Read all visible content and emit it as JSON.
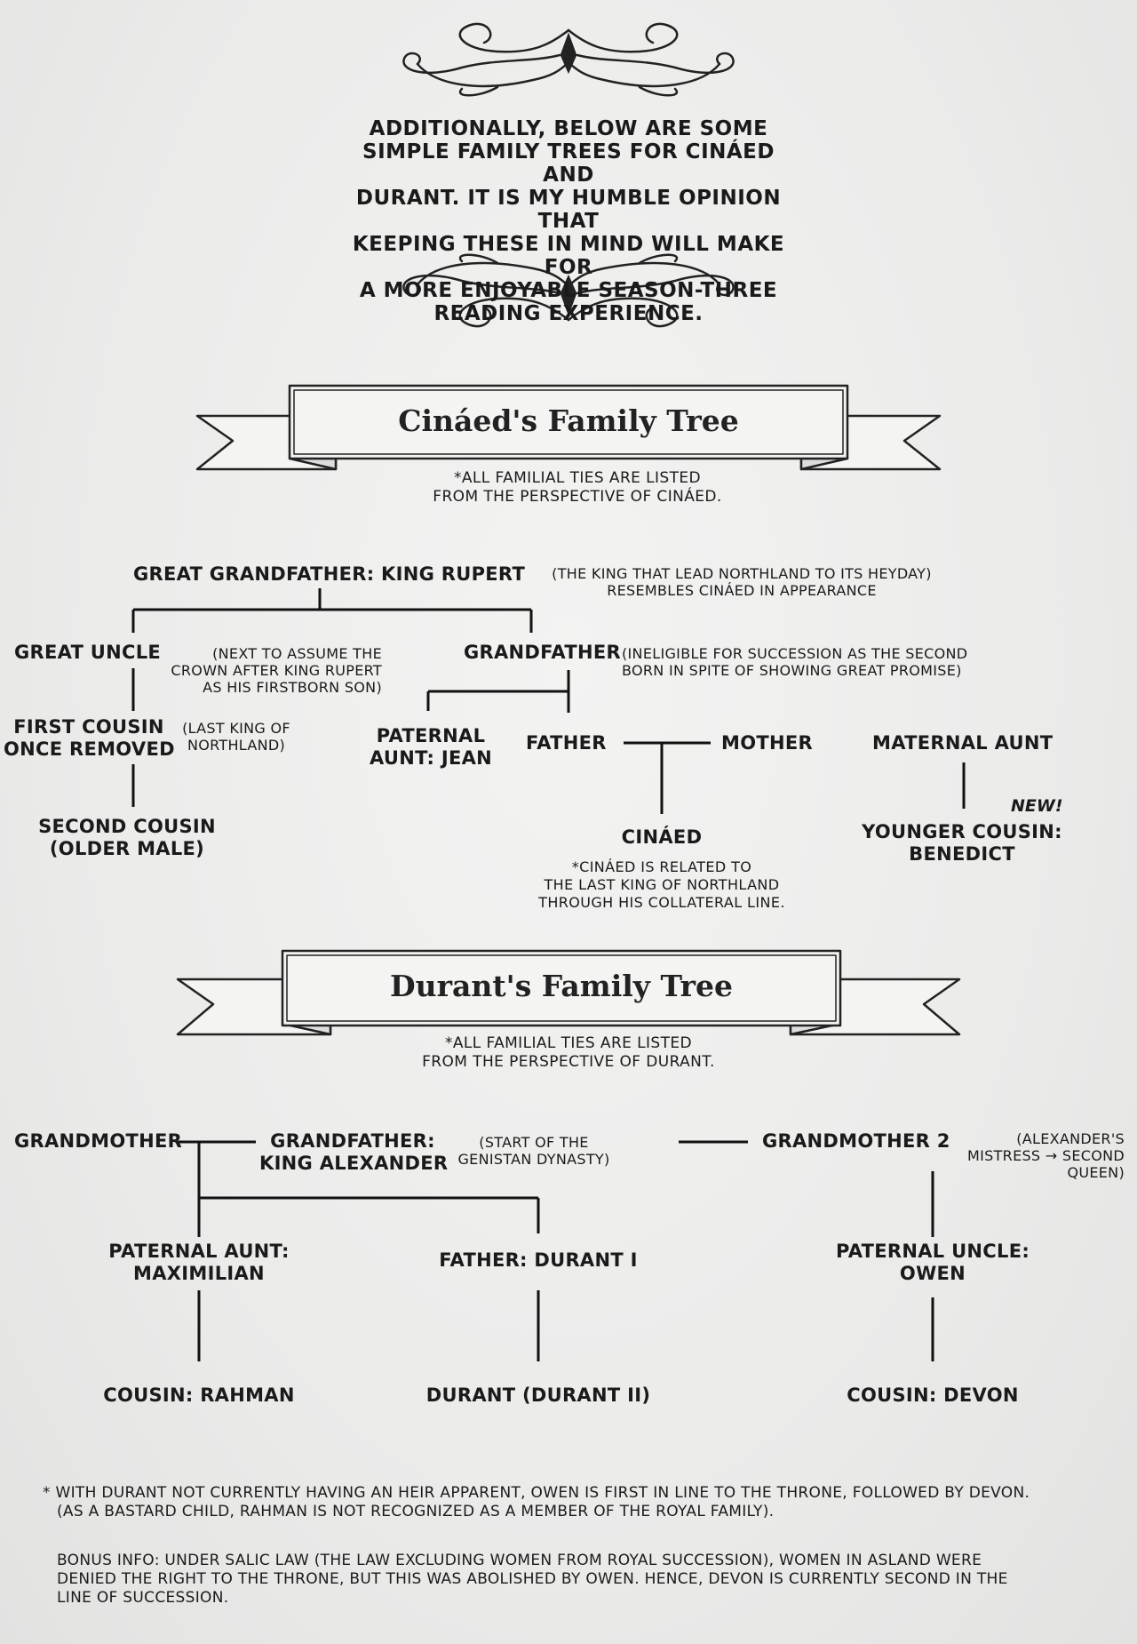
{
  "intro": {
    "lines": [
      "Additionally, below are some",
      "simple family trees for Cináed and",
      "Durant. It is my humble opinion that",
      "keeping these in mind will make for",
      "a more enjoyable season-three",
      "reading experience."
    ]
  },
  "cinaed_tree": {
    "title": "Cináed's Family Tree",
    "note": [
      "*All familial ties are listed",
      "from the perspective of Cináed."
    ],
    "great_grandfather": {
      "label": "Great Grandfather: King Rupert",
      "note": [
        "(The king that lead Northland to its heyday)",
        "resembles Cináed in appearance"
      ]
    },
    "great_uncle": {
      "label": "Great Uncle",
      "note": [
        "(next to assume the",
        "crown after King Rupert",
        "as his firstborn son)"
      ]
    },
    "grandfather": {
      "label": "Grandfather",
      "note": [
        "(Ineligible for succession as the second",
        "born in spite of showing great promise)"
      ]
    },
    "first_cousin": {
      "label": [
        "First Cousin",
        "Once Removed"
      ],
      "note": [
        "(last king of",
        "Northland)"
      ]
    },
    "paternal_aunt": [
      "Paternal",
      "Aunt: Jean"
    ],
    "father": "Father",
    "mother": "Mother",
    "maternal_aunt": "Maternal Aunt",
    "second_cousin": [
      "Second Cousin",
      "(older male)"
    ],
    "cinaed": "Cináed",
    "cinaed_note": [
      "*Cináed is related to",
      "the last king of Northland",
      "through his collateral line."
    ],
    "new_tag": "New!",
    "younger_cousin": [
      "Younger Cousin:",
      "Benedict"
    ]
  },
  "durant_tree": {
    "title": "Durant's Family Tree",
    "note": [
      "*All familial ties are listed",
      "from the perspective of Durant."
    ],
    "grandmother": "Grandmother",
    "grandfather": [
      "Grandfather:",
      "King Alexander"
    ],
    "grandfather_note": [
      "(start of the",
      "Genistan Dynasty)"
    ],
    "grandmother2": "Grandmother 2",
    "grandmother2_note": [
      "(Alexander's",
      "mistress → second",
      "queen)"
    ],
    "paternal_aunt": [
      "Paternal Aunt:",
      "Maximilian"
    ],
    "father": "Father: Durant I",
    "paternal_uncle": [
      "Paternal Uncle:",
      "Owen"
    ],
    "cousin_rahman": "Cousin: Rahman",
    "durant": "Durant (Durant II)",
    "cousin_devon": "Cousin: Devon"
  },
  "footnotes": {
    "line1": "* With Durant not currently having an heir apparent, Owen is first in line to the throne, followed by Devon.",
    "line2": "(As a bastard child, Rahman is not recognized as a member of the royal family).",
    "bonus": [
      "Bonus info: Under Salic law (the law excluding women from royal succession), women in Asland were",
      "denied the right to the throne, but this was abolished by Owen. Hence, Devon is currently second in the",
      "line of succession."
    ]
  }
}
